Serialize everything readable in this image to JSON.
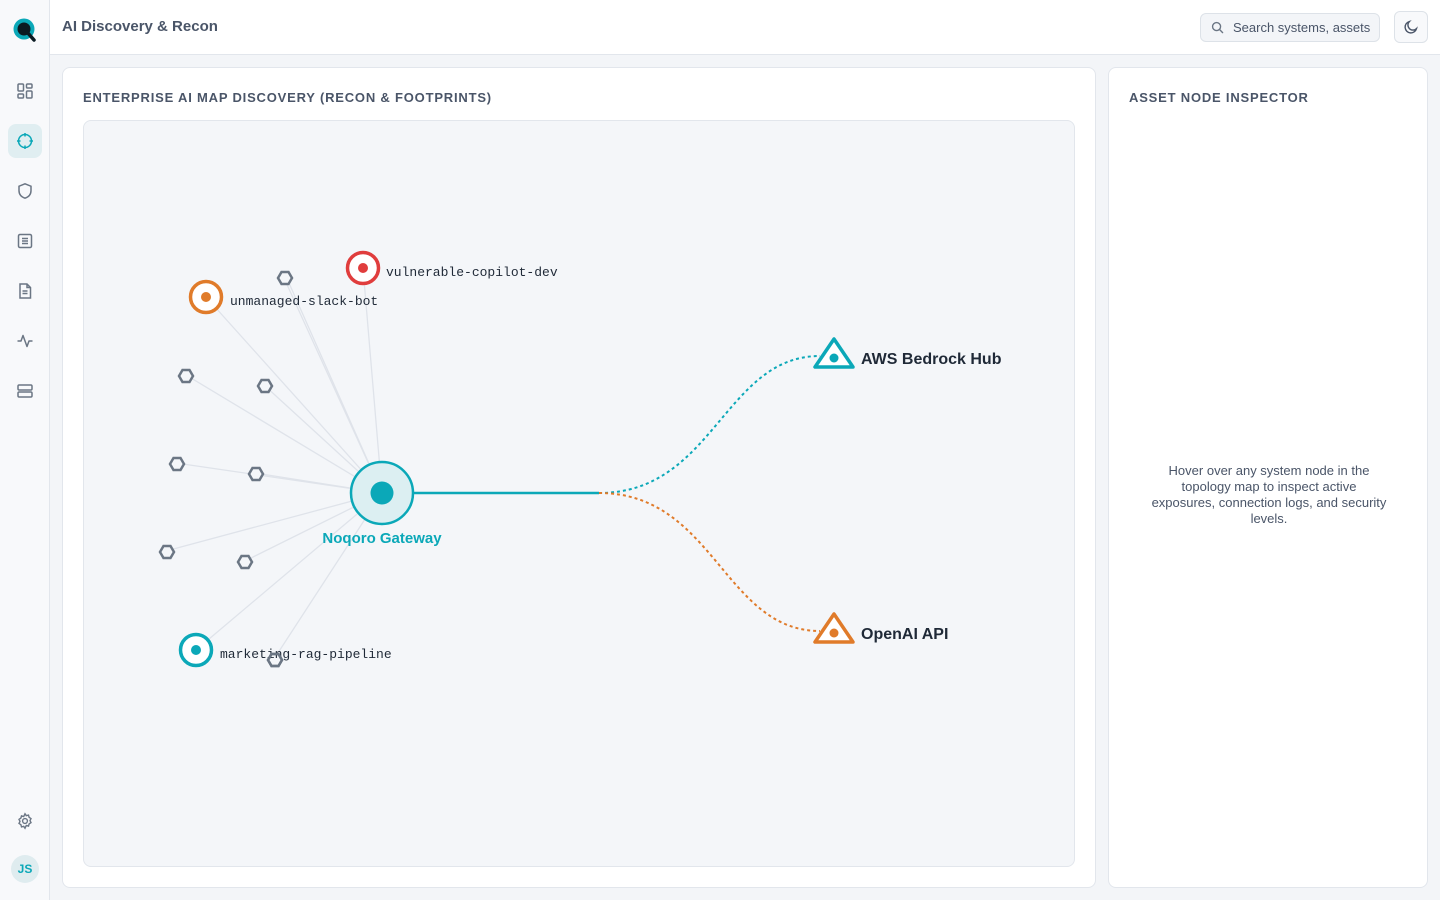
{
  "app": {
    "page_title": "AI Discovery & Recon"
  },
  "search": {
    "placeholder": "Search systems, assets"
  },
  "sidebar": {
    "items": [
      {
        "name": "dashboard",
        "icon": "grid-icon",
        "active": false
      },
      {
        "name": "discovery",
        "icon": "crosshair-icon",
        "active": true
      },
      {
        "name": "security",
        "icon": "shield-icon",
        "active": false
      },
      {
        "name": "inventory",
        "icon": "list-icon",
        "active": false
      },
      {
        "name": "reports",
        "icon": "document-icon",
        "active": false
      },
      {
        "name": "activity",
        "icon": "pulse-icon",
        "active": false
      },
      {
        "name": "servers",
        "icon": "server-icon",
        "active": false
      }
    ],
    "settings_icon": "gear-icon",
    "user_initials": "JS"
  },
  "map": {
    "title": "Enterprise AI Map Discovery (Recon & Footprints)",
    "gateway": {
      "label": "Noqoro Gateway",
      "color": "#0ba8b8"
    },
    "providers": [
      {
        "label": "AWS Bedrock Hub",
        "color": "#0ba8b8"
      },
      {
        "label": "OpenAI API",
        "color": "#e07b2a"
      }
    ],
    "assets": [
      {
        "label": "vulnerable-copilot-dev",
        "status": "critical",
        "color": "#e03d3d"
      },
      {
        "label": "unmanaged-slack-bot",
        "status": "warning",
        "color": "#e07b2a"
      },
      {
        "label": "marketing-rag-pipeline",
        "status": "managed",
        "color": "#0ba8b8"
      }
    ],
    "unknown_node_color": "#6b7684"
  },
  "inspector": {
    "title": "Asset Node Inspector",
    "hint": "Hover over any system node in the topology map to inspect active exposures, connection logs, and security levels."
  }
}
